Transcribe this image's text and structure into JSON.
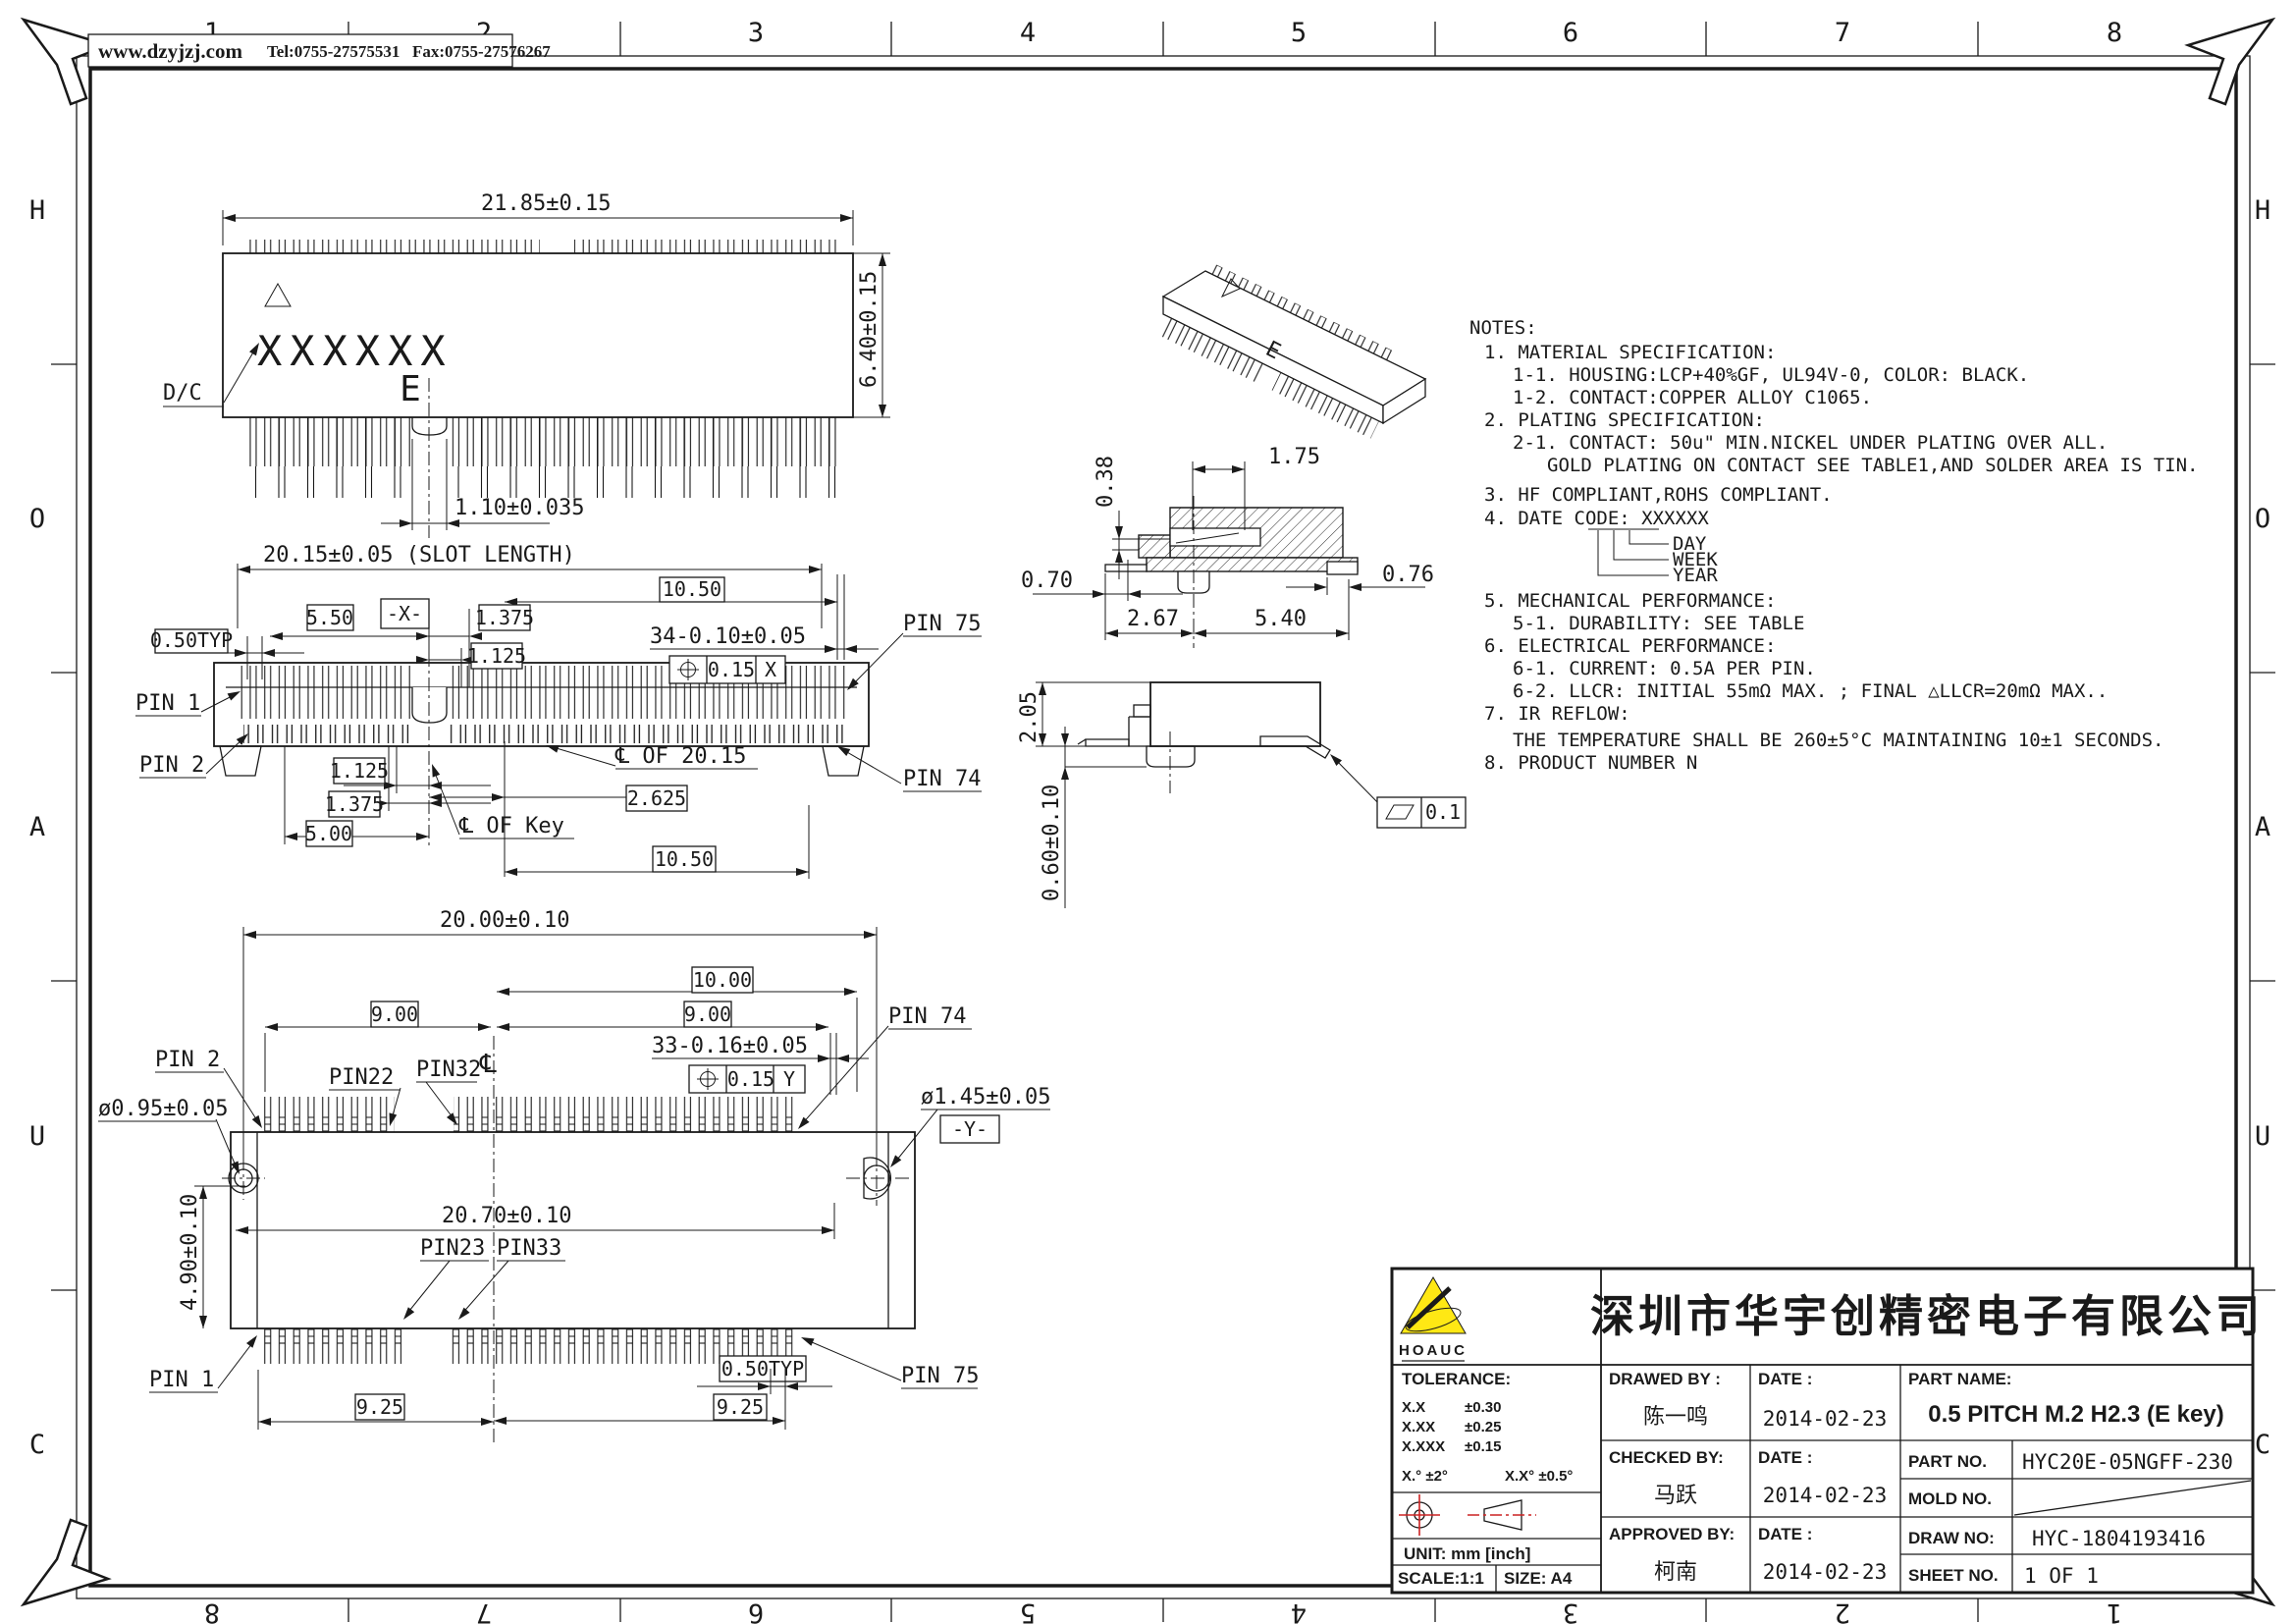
{
  "page": {
    "website": "www.dzyjzj.com",
    "tel": "Tel:0755-27575531",
    "fax": "Fax:0755-27576267"
  },
  "border": {
    "top": [
      "1",
      "2",
      "3",
      "4",
      "5",
      "6",
      "7",
      "8"
    ],
    "bottom": [
      "8",
      "7",
      "6",
      "5",
      "4",
      "3",
      "2",
      "1"
    ],
    "left": [
      "H",
      "O",
      "A",
      "U",
      "C"
    ],
    "right": [
      "H",
      "O",
      "A",
      "U",
      "C"
    ]
  },
  "notes": {
    "title": "NOTES:",
    "n1": "1. MATERIAL SPECIFICATION:",
    "n1a": "1-1. HOUSING:LCP+40%GF, UL94V-0, COLOR: BLACK.",
    "n1b": "1-2. CONTACT:COPPER ALLOY C1065.",
    "n2": "2. PLATING SPECIFICATION:",
    "n2a": "2-1. CONTACT: 50u\" MIN.NICKEL UNDER PLATING OVER ALL.",
    "n2b": "GOLD PLATING ON CONTACT SEE TABLE1,AND SOLDER AREA IS TIN.",
    "n3": "3. HF COMPLIANT,ROHS COMPLIANT.",
    "n4": "4. DATE CODE: XXXXXX",
    "day": "DAY",
    "week": "WEEK",
    "year": "YEAR",
    "n5": "5. MECHANICAL PERFORMANCE:",
    "n5a": "5-1. DURABILITY: SEE TABLE",
    "n6": "6. ELECTRICAL PERFORMANCE:",
    "n6a": "6-1. CURRENT: 0.5A PER PIN.",
    "n6b": "6-2. LLCR: INITIAL 55mΩ MAX. ; FINAL △LLCR=20mΩ MAX..",
    "n7": "7. IR REFLOW:",
    "n7a": "THE TEMPERATURE SHALL BE 260±5°C MAINTAINING 10±1 SECONDS.",
    "n8": "8. PRODUCT NUMBER N"
  },
  "top": {
    "w": "21.85±0.15",
    "h": "6.40±0.15",
    "key": "1.10±0.035",
    "mark": "XXXXXX",
    "e": "E",
    "dc": "D/C"
  },
  "front": {
    "slot": "20.15±0.05 (SLOT LENGTH)",
    "t1050": "10.50",
    "t550": "5.50",
    "dx": "-X-",
    "t1375": "1.375",
    "t1125": "1.125",
    "d34": "34-0.10±0.05",
    "px": "0.15",
    "pxd": "X",
    "typ": "0.50TYP",
    "pin1": "PIN 1",
    "pin2": "PIN 2",
    "pin75": "PIN 75",
    "pin74": "PIN 74",
    "b1125": "1.125",
    "b1375": "1.375",
    "b500": "5.00",
    "b2625": "2.625",
    "cl2015": "℄ OF 20.15",
    "clkey": "℄ OF Key",
    "b1050": "10.50"
  },
  "section": {
    "d175": "1.75",
    "d038": "0.38",
    "d070": "0.70",
    "d267": "2.67",
    "d540": "5.40",
    "d076": "0.76"
  },
  "side": {
    "d205": "2.05",
    "d060": "0.60±0.10",
    "flat": "0.1"
  },
  "iso": {
    "e": "E"
  },
  "bottom": {
    "d2000": "20.00±0.10",
    "d1000": "10.00",
    "d900a": "9.00",
    "d900b": "9.00",
    "d33": "33-0.16±0.05",
    "py": "0.15",
    "pyd": "Y",
    "pin1": "PIN 1",
    "pin2": "PIN 2",
    "pin22": "PIN22",
    "pin32": "PIN32",
    "pin23": "PIN23",
    "pin33": "PIN33",
    "pin74": "PIN 74",
    "pin75": "PIN 75",
    "dia095": "ø0.95±0.05",
    "dia145": "ø1.45±0.05",
    "dy": "-Y-",
    "d2070": "20.70±0.10",
    "d490": "4.90±0.10",
    "d925a": "9.25",
    "d925b": "9.25",
    "typ": "0.50TYP",
    "cl": "℄"
  },
  "title_block": {
    "company": "深圳市华宇创精密电子有限公司",
    "logo": "HOAUC",
    "tolerance": {
      "title": "TOLERANCE:",
      "rows": [
        [
          "X.X",
          "±0.30"
        ],
        [
          "X.XX",
          "±0.25"
        ],
        [
          "X.XXX",
          "±0.15"
        ]
      ],
      "ang1": "X.°  ±2°",
      "ang2": "X.X°  ±0.5°"
    },
    "unit": "UNIT:  mm  [inch]",
    "scale": "SCALE:1:1",
    "size": "SIZE:  A4",
    "drawed_label": "DRAWED BY :",
    "checked_label": "CHECKED BY:",
    "approved_label": "APPROVED BY:",
    "date_label1": "DATE :",
    "date_label2": "DATE :",
    "date_label3": "DATE :",
    "drawed_by": "陈一鸣",
    "checked_by": "马跃",
    "approved_by": "柯南",
    "date1": "2014-02-23",
    "date2": "2014-02-23",
    "date3": "2014-02-23",
    "part_name_label": "PART NAME:",
    "part_name": "0.5 PITCH M.2 H2.3 (E key)",
    "part_no_label": "PART NO.",
    "part_no": "HYC20E-05NGFF-230",
    "mold_no_label": "MOLD NO.",
    "draw_no_label": "DRAW NO:",
    "draw_no": "HYC-1804193416",
    "sheet_no_label": "SHEET NO.",
    "sheet_no": "1 OF 1"
  }
}
